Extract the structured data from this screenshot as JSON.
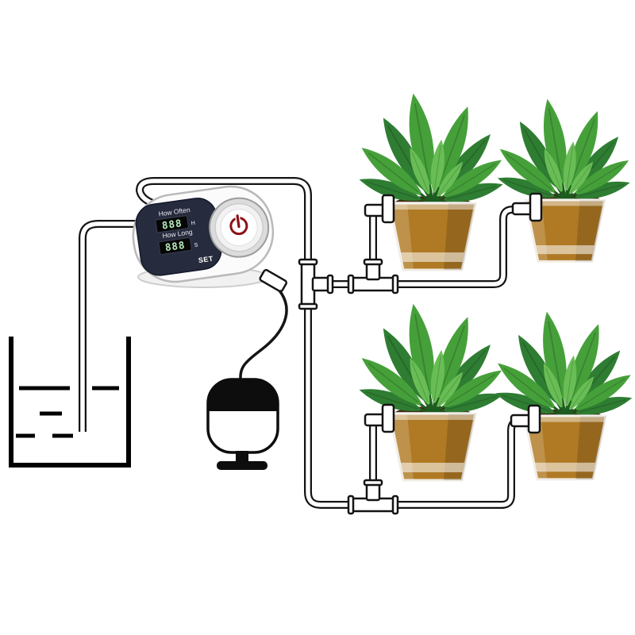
{
  "controller": {
    "label_how_often": "How Often",
    "label_how_long": "How Long",
    "display_hours": {
      "value": "888",
      "unit": "H"
    },
    "display_seconds": {
      "value": "888",
      "unit": "S"
    },
    "set_label": "SET"
  },
  "colors": {
    "panel": "#262b3d",
    "display_digits": "#b7efbe",
    "power_icon": "#8a1216",
    "pot_brown": "#b07a24",
    "soil": "#3f2a12",
    "leaf_dark": "#2e7d32",
    "leaf_mid": "#46a03a",
    "leaf_light": "#69bd55",
    "tube_stroke": "#141414"
  },
  "components": {
    "water_container": "water-container",
    "controller": "watering-timer-controller",
    "pump": "water-pump",
    "plants": [
      "plant-pot-1",
      "plant-pot-2",
      "plant-pot-3",
      "plant-pot-4"
    ],
    "tees": [
      "tee-connector-1",
      "tee-connector-2",
      "tee-connector-3"
    ]
  }
}
